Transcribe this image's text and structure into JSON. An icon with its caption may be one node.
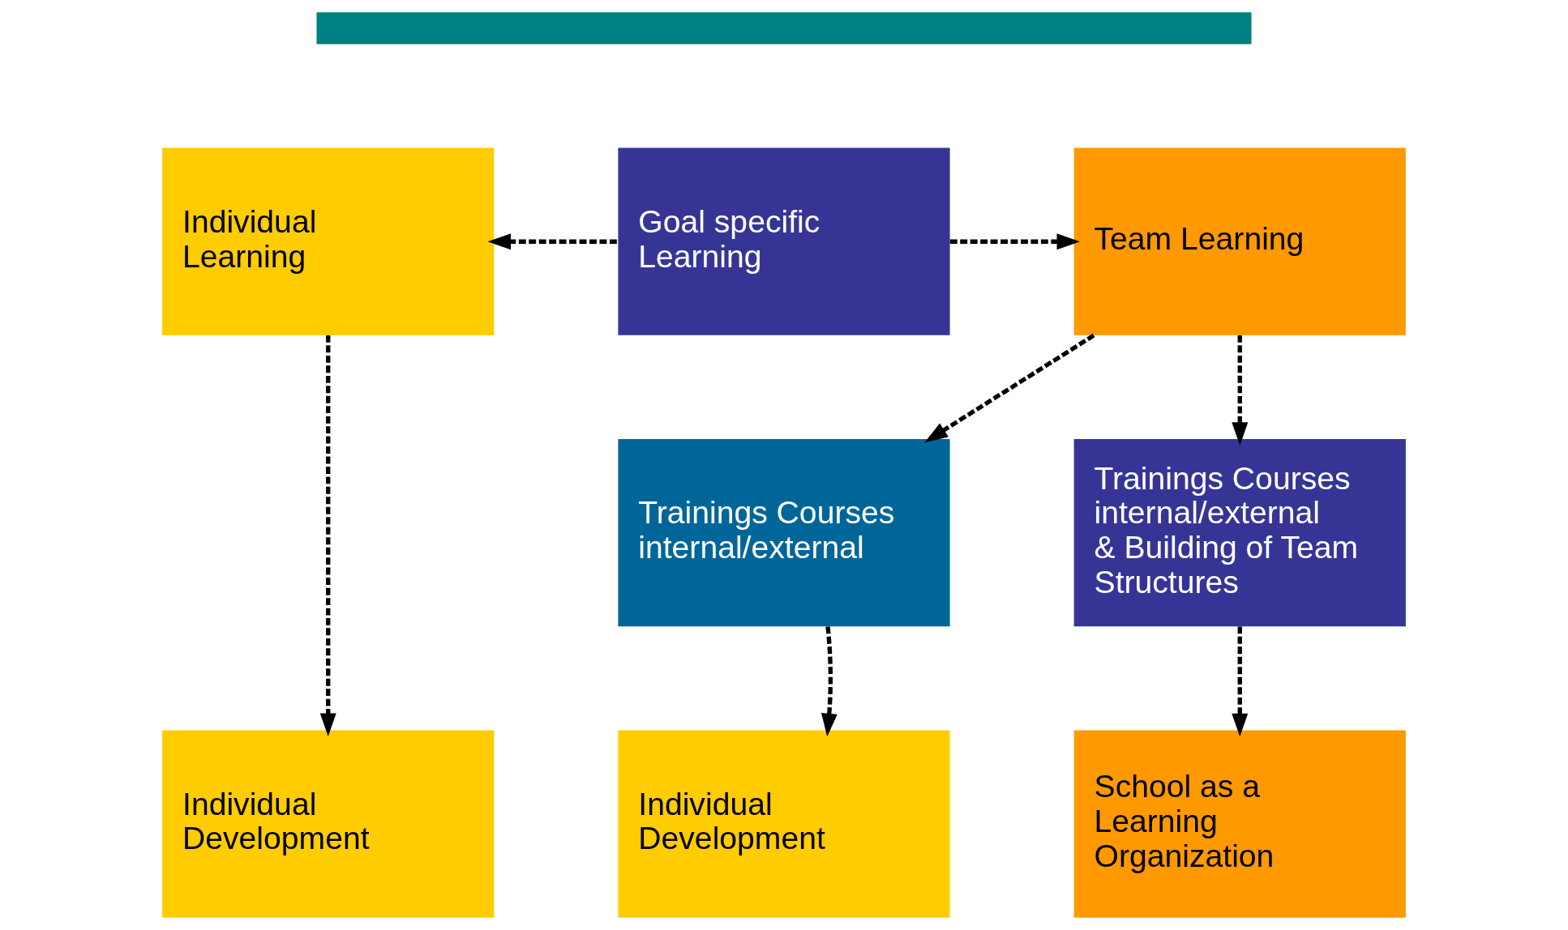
{
  "diagram": {
    "nodes": [
      {
        "text": [],
        "shape": "bar"
      },
      {
        "text": [
          "Individual Learning"
        ]
      },
      {
        "text": [
          "Goal specific Learning"
        ]
      },
      {
        "text": [
          "Team Learning"
        ]
      },
      {
        "text": [
          "Trainings Courses internal/external"
        ]
      },
      {
        "text": [
          "Trainings Courses internal/external & Building of Team Structures"
        ]
      },
      {
        "text": [
          "Individual Development"
        ]
      },
      {
        "text": [
          "Individual Development"
        ]
      },
      {
        "text": [
          "School as a Learning Organization"
        ]
      }
    ],
    "edges": [
      {
        "from": 2,
        "to": 1,
        "arrow": "to",
        "style": "dashed"
      },
      {
        "from": 2,
        "to": 3,
        "arrow": "to",
        "style": "dashed"
      },
      {
        "from": 3,
        "to": 4,
        "arrow": "to",
        "style": "dashed"
      },
      {
        "from": 3,
        "to": 5,
        "arrow": "to",
        "style": "dashed"
      },
      {
        "from": 1,
        "to": 6,
        "arrow": "to",
        "style": "dashed"
      },
      {
        "from": 4,
        "to": 7,
        "arrow": "to",
        "style": "dashed"
      },
      {
        "from": 5,
        "to": 8,
        "arrow": "to",
        "style": "dashed"
      }
    ]
  }
}
